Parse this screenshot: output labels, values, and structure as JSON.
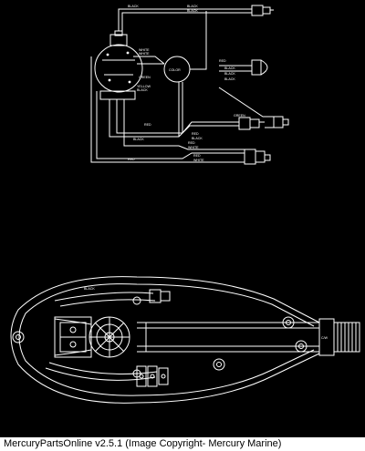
{
  "caption": "MercuryPartsOnline v2.5.1 (Image Copyright- Mercury Marine)",
  "wiring": {
    "coil_label": "COLOR",
    "wire_labels": [
      "BLACK",
      "BLACK",
      "BLACK",
      "WHITE",
      "WHITE",
      "RED",
      "YELLOW",
      "BLACK",
      "BLACK",
      "BLACK",
      "RED",
      "BLACK",
      "RED",
      "RED",
      "WHITE",
      "GREEN",
      "BLACK",
      "GREEN",
      "RED",
      "BLACK",
      "RED",
      "WHITE"
    ]
  },
  "housing": {
    "top_label": "BLACK",
    "end_label": "C/W"
  },
  "colors": {
    "background": "#000000",
    "line": "#ffffff",
    "caption": "#000000",
    "page": "#ffffff"
  }
}
